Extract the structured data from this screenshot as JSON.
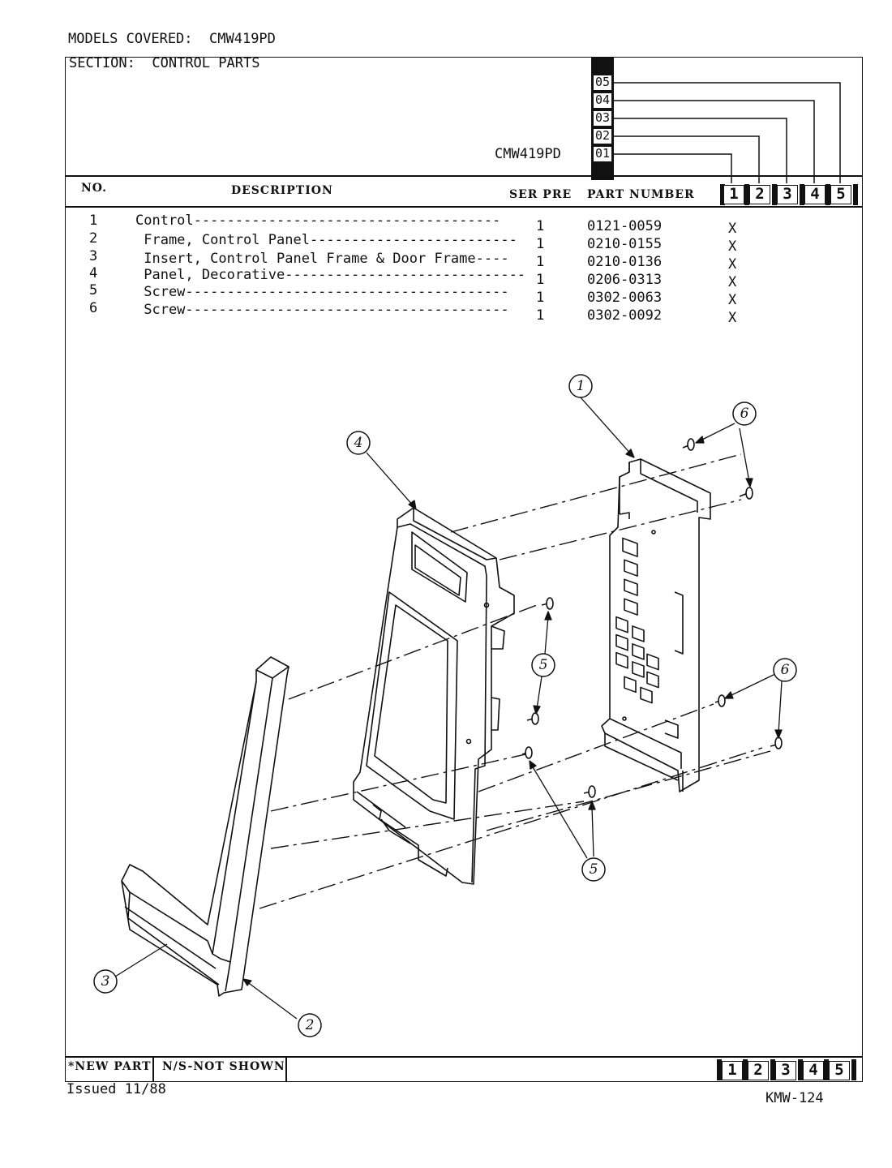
{
  "header": {
    "models_label": "MODELS COVERED:",
    "models_value": "CMW419PD",
    "section_label": "SECTION:",
    "section_value": "CONTROL PARTS",
    "model_code": "CMW419PD",
    "version_codes": [
      "05",
      "04",
      "03",
      "02",
      "01"
    ]
  },
  "table": {
    "columns": {
      "no": "NO.",
      "description": "DESCRIPTION",
      "ser_pre": "SER PRE",
      "part_number": "PART NUMBER"
    },
    "col_boxes": [
      "1",
      "2",
      "3",
      "4",
      "5"
    ],
    "rows": [
      {
        "no": "1",
        "desc": "Control",
        "dashes": "-------------------------------------",
        "qty": "1",
        "part": "0121-0059",
        "mark": "X"
      },
      {
        "no": "2",
        "desc": " Frame, Control Panel",
        "dashes": "-------------------------",
        "qty": "1",
        "part": "0210-0155",
        "mark": "X"
      },
      {
        "no": "3",
        "desc": " Insert, Control Panel Frame & Door Frame",
        "dashes": "----",
        "qty": "1",
        "part": "0210-0136",
        "mark": "X"
      },
      {
        "no": "4",
        "desc": " Panel, Decorative",
        "dashes": "-----------------------------",
        "qty": "1",
        "part": "0206-0313",
        "mark": "X"
      },
      {
        "no": "5",
        "desc": " Screw",
        "dashes": "---------------------------------------",
        "qty": "1",
        "part": "0302-0063",
        "mark": "X"
      },
      {
        "no": "6",
        "desc": " Screw",
        "dashes": "---------------------------------------",
        "qty": "1",
        "part": "0302-0092",
        "mark": "X"
      }
    ]
  },
  "diagram": {
    "callouts": [
      "1",
      "6",
      "4",
      "5",
      "6",
      "5",
      "3",
      "2"
    ]
  },
  "footer": {
    "new_part": "*NEW PART",
    "not_shown": "N/S-NOT SHOWN",
    "issued": "Issued 11/88",
    "doc_code": "KMW-124",
    "col_boxes": [
      "1",
      "2",
      "3",
      "4",
      "5"
    ]
  }
}
